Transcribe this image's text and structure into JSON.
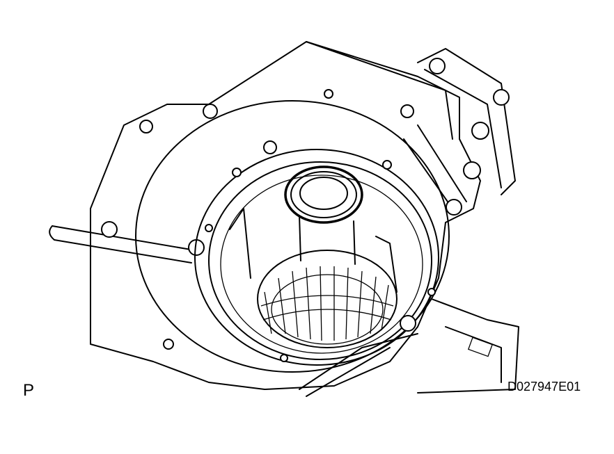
{
  "figure": {
    "view_label": "P",
    "figure_code": "D027947E01",
    "subject": "transmission case interior with thrust bearing",
    "line_color": "#000000",
    "background_color": "#ffffff"
  }
}
